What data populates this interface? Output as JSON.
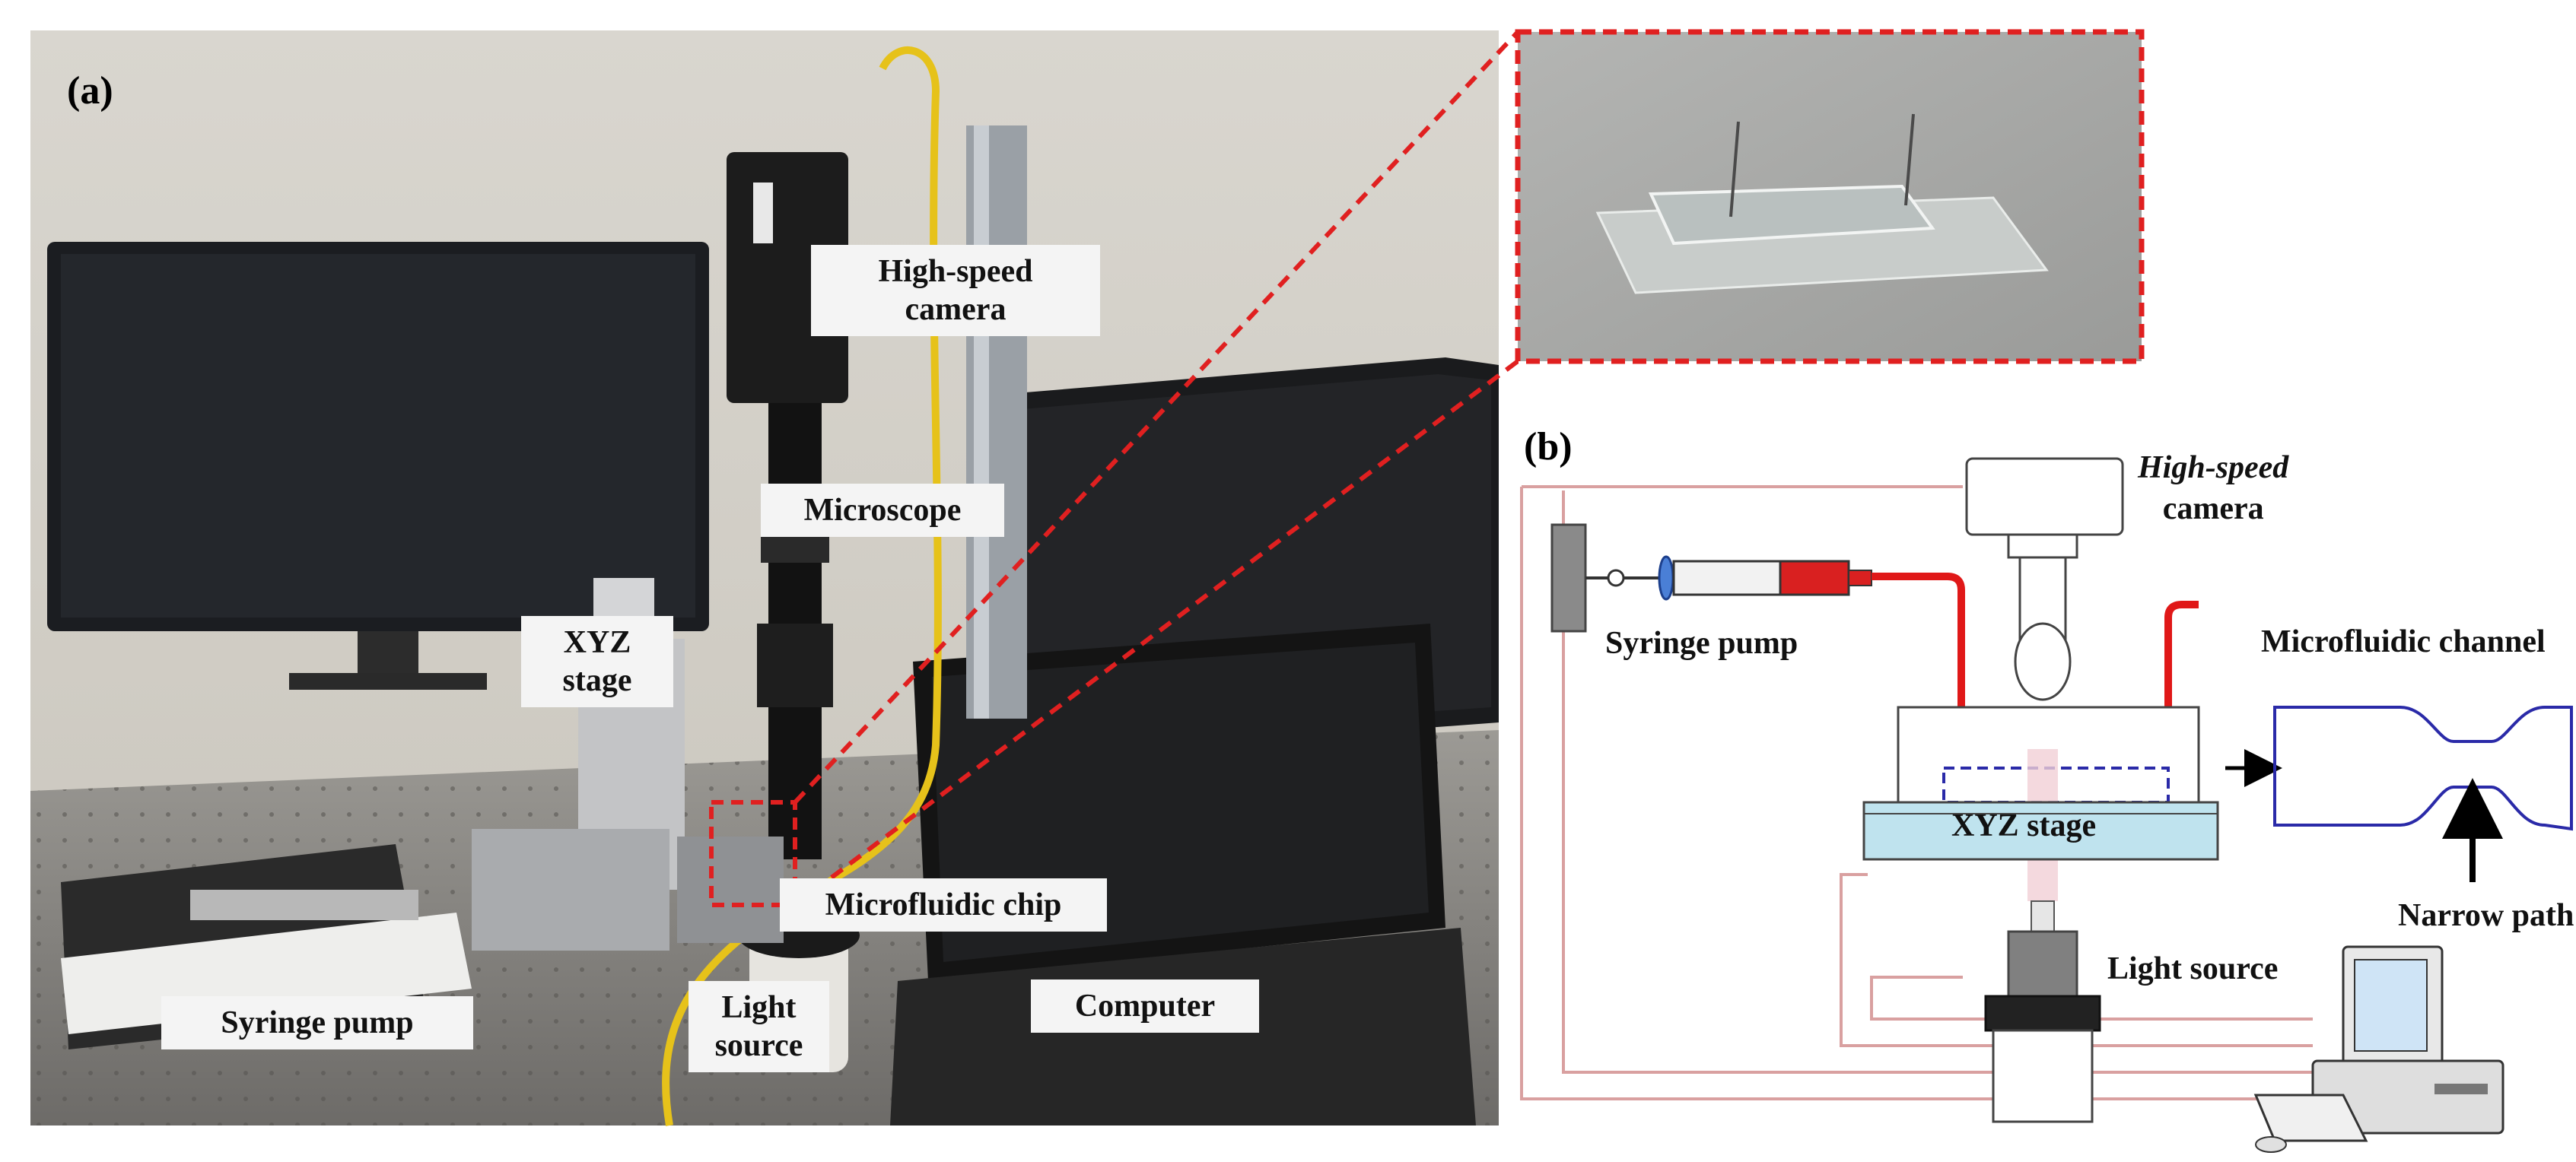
{
  "panel_a": {
    "tag": "(a)",
    "labels": {
      "camera_line1": "High-speed",
      "camera_line2": "camera",
      "microscope": "Microscope",
      "xyz_line1": "XYZ",
      "xyz_line2": "stage",
      "microfluidic_chip": "Microfluidic chip",
      "light_line1": "Light",
      "light_line2": "source",
      "syringe_pump": "Syringe pump",
      "computer": "Computer"
    }
  },
  "panel_b": {
    "tag": "(b)",
    "labels": {
      "camera_line1": "High-speed",
      "camera_line2": "camera",
      "syringe_pump": "Syringe pump",
      "microfluidic_channel": "Microfluidic channel",
      "xyz_stage": "XYZ stage",
      "narrow_path": "Narrow path",
      "light_source": "Light source"
    }
  },
  "colors": {
    "highlight_dash": "#e02020",
    "tubing": "#e01818",
    "cable": "#d9a0a0",
    "channel": "#2a2aa8",
    "stage_fill": "#bfe3ee",
    "label_bg": "#f4f4f4"
  }
}
